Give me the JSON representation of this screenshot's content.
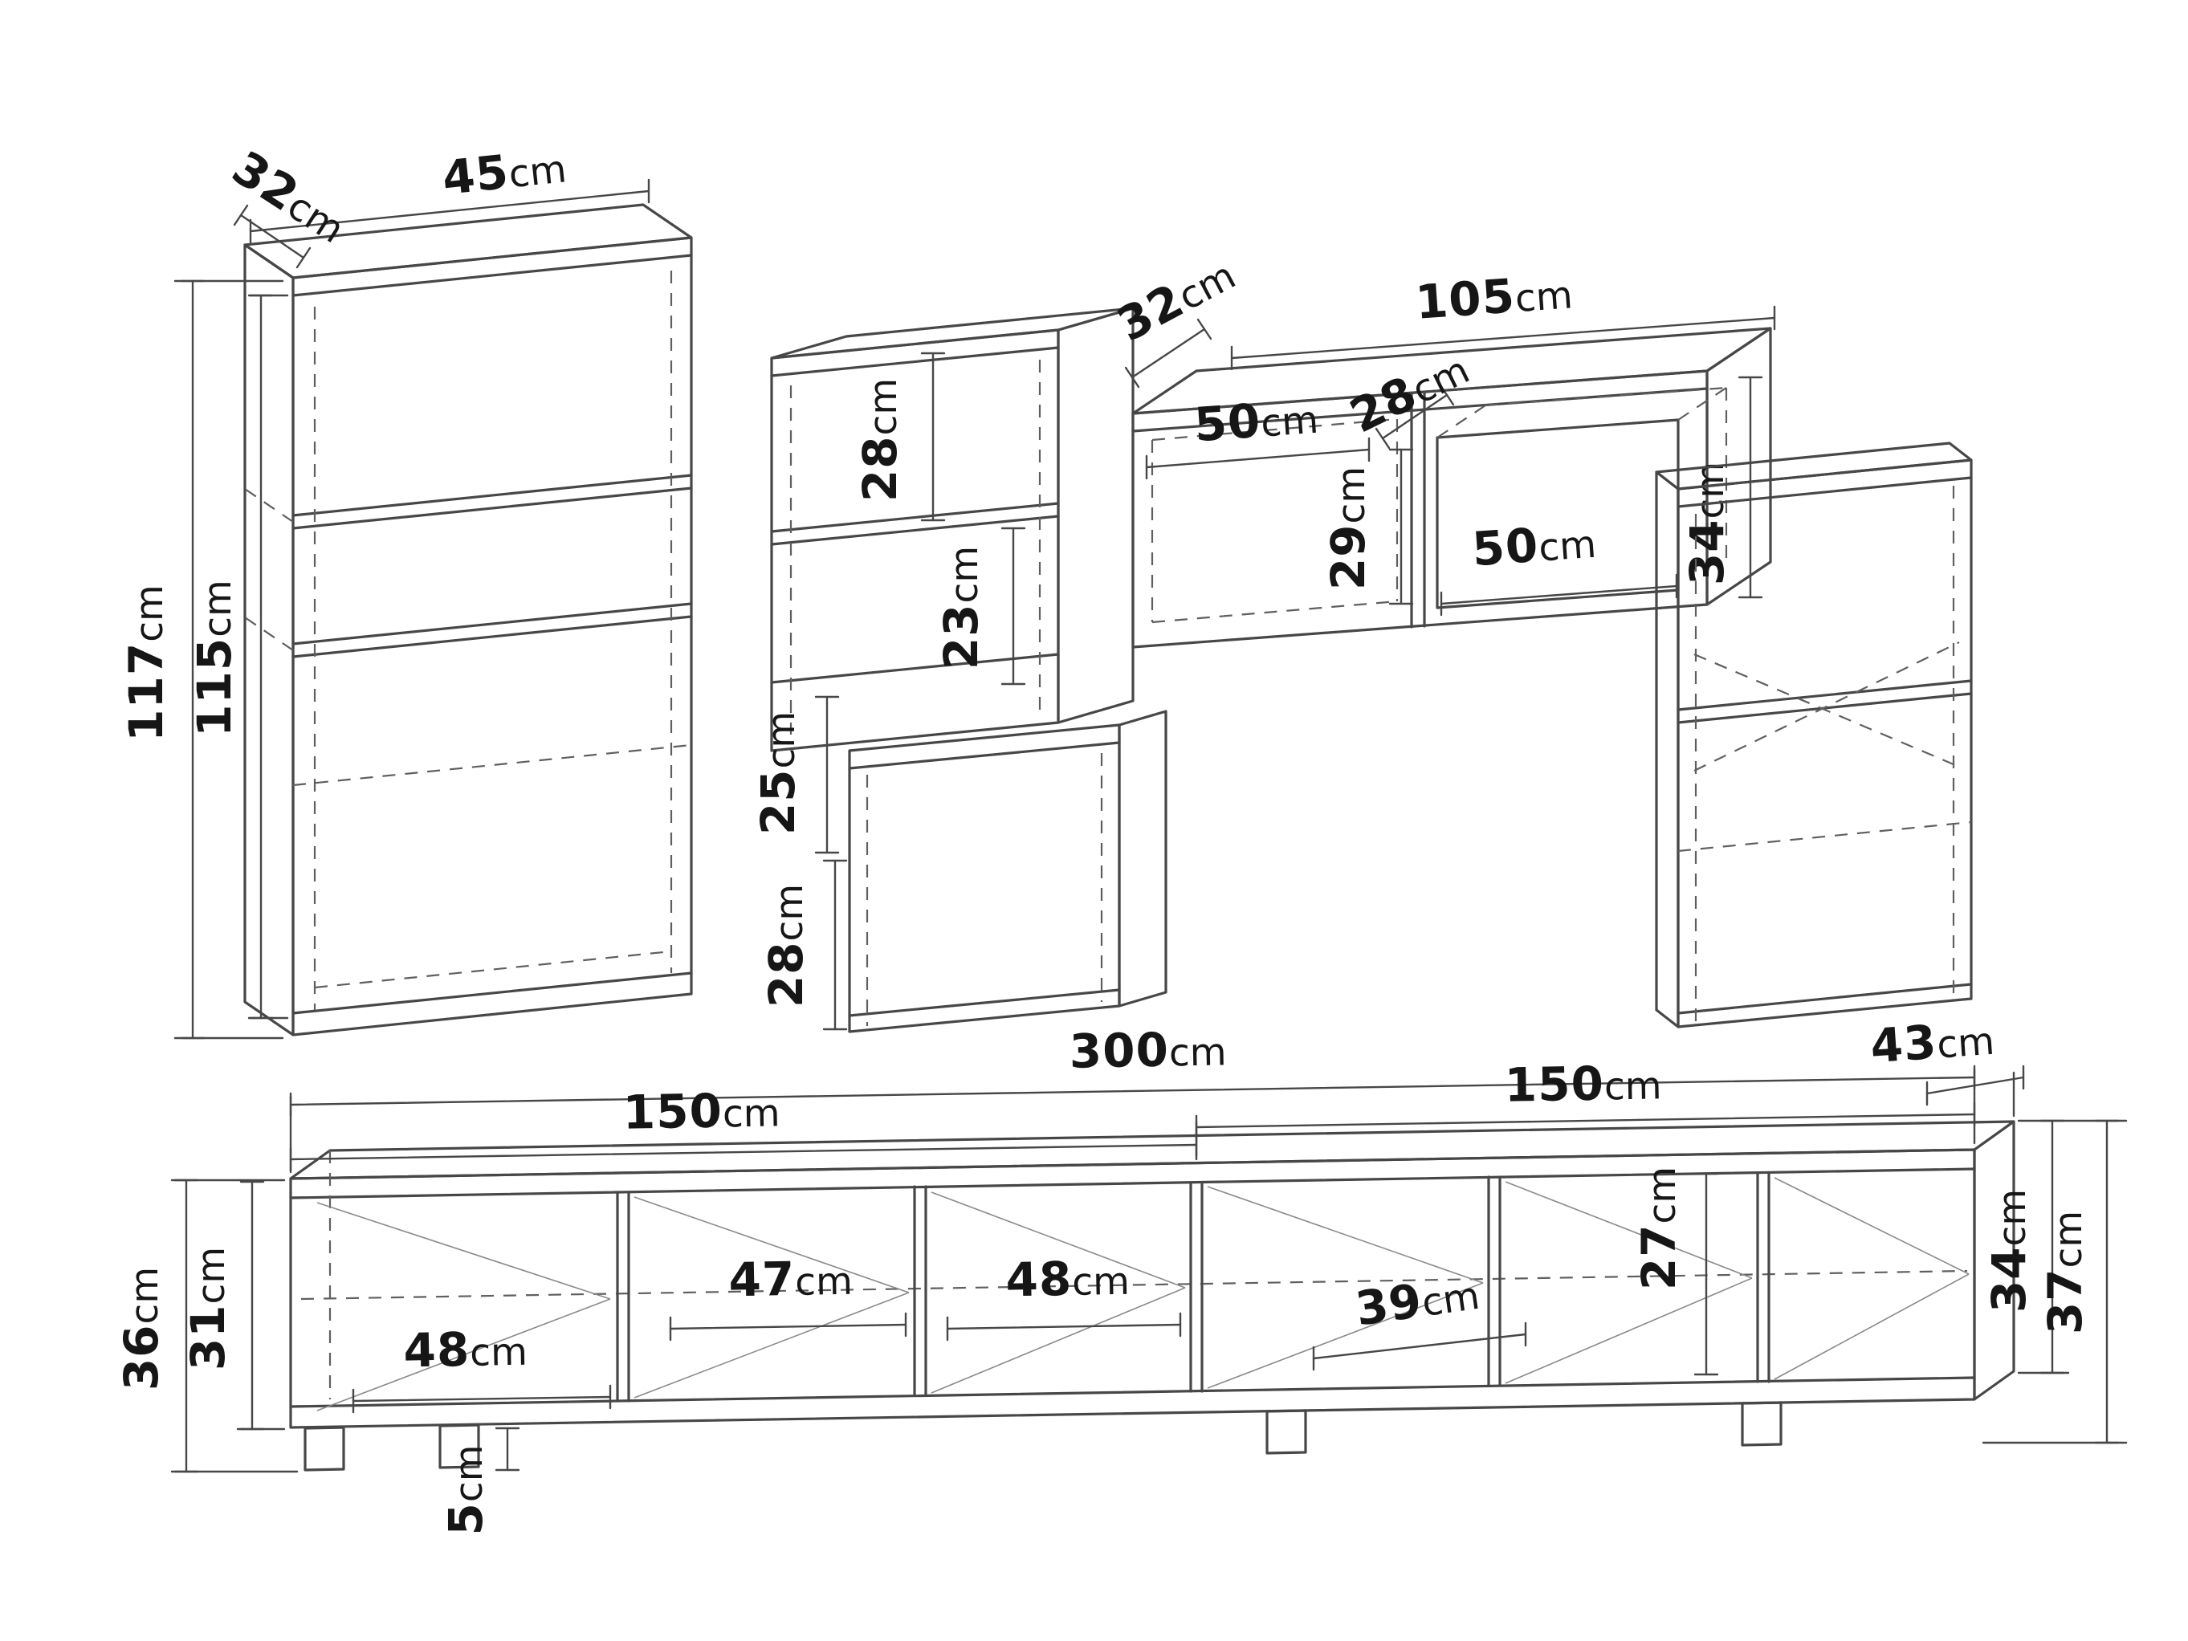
{
  "page": {
    "background": "#ffffff",
    "line_color": "#474747",
    "text_color": "#161616"
  },
  "left_cabinet": {
    "depth": {
      "num": "32",
      "unit": "cm"
    },
    "width": {
      "num": "45",
      "unit": "cm"
    },
    "height": {
      "num": "117",
      "unit": "cm"
    },
    "inner_height": {
      "num": "115",
      "unit": "cm"
    }
  },
  "middle_cabinet": {
    "upper_height": {
      "num": "28",
      "unit": "cm"
    },
    "shelf_height": {
      "num": "23",
      "unit": "cm"
    },
    "lower_upper_height": {
      "num": "25",
      "unit": "cm"
    },
    "lower_height": {
      "num": "28",
      "unit": "cm"
    }
  },
  "top_cabinet": {
    "depth": {
      "num": "32",
      "unit": "cm"
    },
    "width": {
      "num": "105",
      "unit": "cm"
    },
    "left_section_width": {
      "num": "50",
      "unit": "cm"
    },
    "side_depth": {
      "num": "28",
      "unit": "cm"
    },
    "opening_height": {
      "num": "29",
      "unit": "cm"
    },
    "opening_width": {
      "num": "50",
      "unit": "cm"
    },
    "end_height": {
      "num": "34",
      "unit": "cm"
    }
  },
  "tv_stand": {
    "total_width": {
      "num": "300",
      "unit": "cm"
    },
    "right_half_width": {
      "num": "150",
      "unit": "cm"
    },
    "left_half_width": {
      "num": "150",
      "unit": "cm"
    },
    "depth": {
      "num": "43",
      "unit": "cm"
    },
    "right_total_height": {
      "num": "37",
      "unit": "cm"
    },
    "right_body_height": {
      "num": "34",
      "unit": "cm"
    },
    "opening_height": {
      "num": "27",
      "unit": "cm"
    },
    "left_total_height": {
      "num": "36",
      "unit": "cm"
    },
    "left_body_height": {
      "num": "31",
      "unit": "cm"
    },
    "compartment_1_width": {
      "num": "48",
      "unit": "cm"
    },
    "compartment_2_width": {
      "num": "47",
      "unit": "cm"
    },
    "compartment_3_width": {
      "num": "48",
      "unit": "cm"
    },
    "compartment_4_width": {
      "num": "39",
      "unit": "cm"
    },
    "leg_height": {
      "num": "5",
      "unit": "cm"
    }
  }
}
